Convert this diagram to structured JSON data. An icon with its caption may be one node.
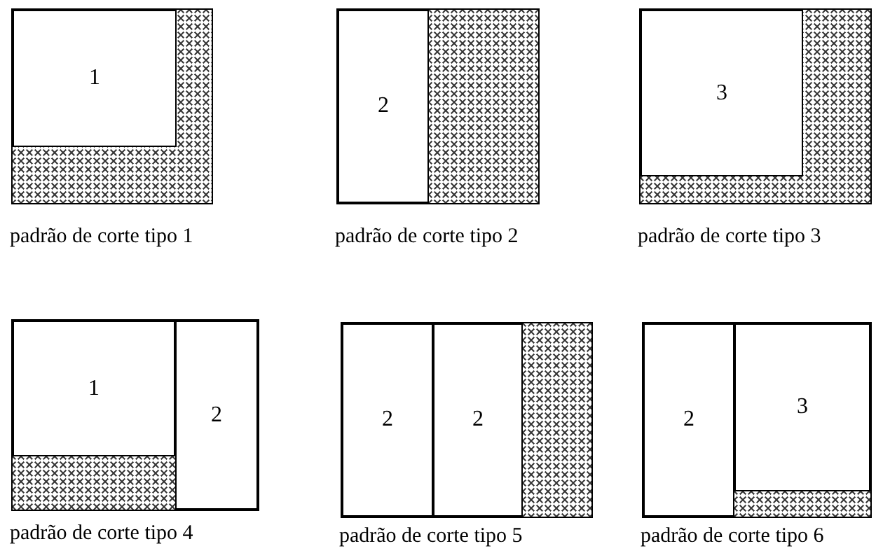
{
  "diagram": {
    "nodes": [
      {
        "text": [
          "padrão de corte tipo 1"
        ]
      },
      {
        "text": [
          "1"
        ],
        "in": 0
      },
      {
        "text": [],
        "shape": "box",
        "in": 0
      },
      {
        "text": [
          "padrão de corte tipo 2"
        ]
      },
      {
        "text": [
          "2"
        ],
        "in": 3
      },
      {
        "text": [],
        "shape": "box",
        "in": 3
      },
      {
        "text": [
          "padrão de corte tipo 3"
        ]
      },
      {
        "text": [
          "3"
        ],
        "in": 6
      },
      {
        "text": [],
        "shape": "box",
        "in": 6
      },
      {
        "text": [
          "padrão de corte tipo 4"
        ]
      },
      {
        "text": [
          "1"
        ],
        "in": 9
      },
      {
        "text": [
          "2"
        ],
        "in": 9
      },
      {
        "text": [],
        "shape": "box",
        "in": 9
      },
      {
        "text": [
          "padrão de corte tipo 5"
        ]
      },
      {
        "text": [
          "2"
        ],
        "in": 13
      },
      {
        "text": [
          "2"
        ],
        "in": 13
      },
      {
        "text": [],
        "shape": "box",
        "in": 13
      },
      {
        "text": [
          "padrão de corte tipo 6"
        ]
      },
      {
        "text": [
          "2"
        ],
        "in": 17
      },
      {
        "text": [
          "3"
        ],
        "in": 17
      },
      {
        "text": [],
        "shape": "box",
        "in": 17
      }
    ]
  }
}
